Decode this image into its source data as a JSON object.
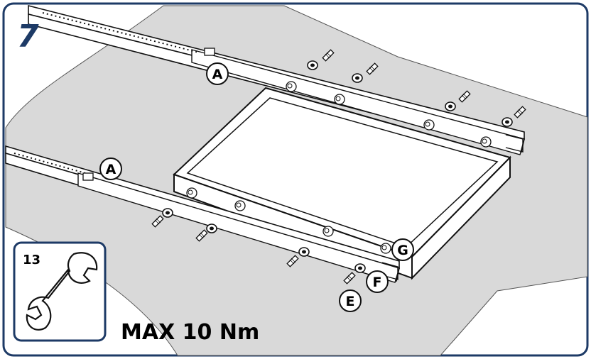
{
  "step_number": "7",
  "colors": {
    "frame": "#1d3a66",
    "surface": "#d9d9d9",
    "line": "#1a1a1a",
    "part_fill": "#ffffff"
  },
  "callouts": {
    "rail_top": "A",
    "rail_bottom": "A",
    "screw": "E",
    "washer": "F",
    "standoff": "G"
  },
  "tool": {
    "size": "13",
    "icon": "wrench-icon"
  },
  "torque_spec": "MAX 10 Nm"
}
